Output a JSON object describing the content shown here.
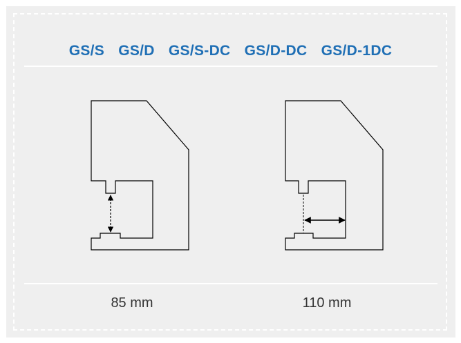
{
  "models": [
    "GS/S",
    "GS/D",
    "GS/S-DC",
    "GS/D-DC",
    "GS/D-1DC"
  ],
  "measurements": {
    "left": "85 mm",
    "right": "110 mm"
  },
  "colors": {
    "panel_background": "#efefef",
    "model_text": "#1f6fb5",
    "frame_border": "#ffffff",
    "line": "#000000"
  }
}
